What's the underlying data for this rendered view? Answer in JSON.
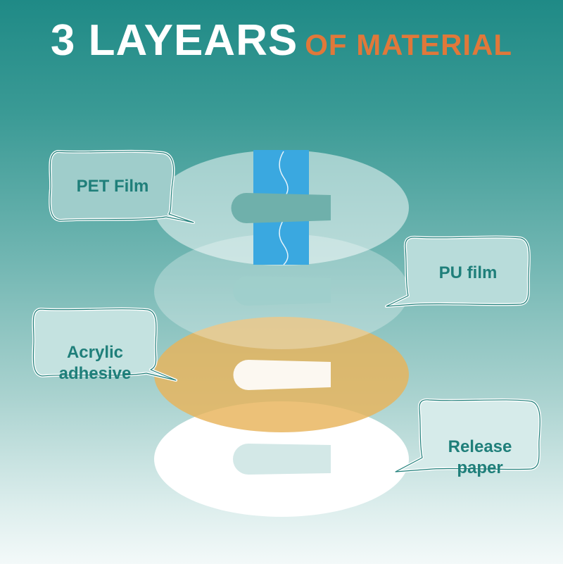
{
  "title": {
    "main": "3 LAYEARS",
    "sub": "OF MATERIAL"
  },
  "layers": [
    {
      "name": "pet-film",
      "label": "PET Film"
    },
    {
      "name": "pu-film",
      "label": "PU film"
    },
    {
      "name": "acrylic-adhesive",
      "label": "Acrylic\nadhesive"
    },
    {
      "name": "release-paper",
      "label": "Release\npaper"
    }
  ],
  "colors": {
    "title_main": "#ffffff",
    "title_sub": "#e0783a",
    "callout_text": "#1f7f7a",
    "pet_strip": "#3aa8e0",
    "adhesive_fill": "#e8b35a",
    "release_fill": "#ffffff"
  }
}
